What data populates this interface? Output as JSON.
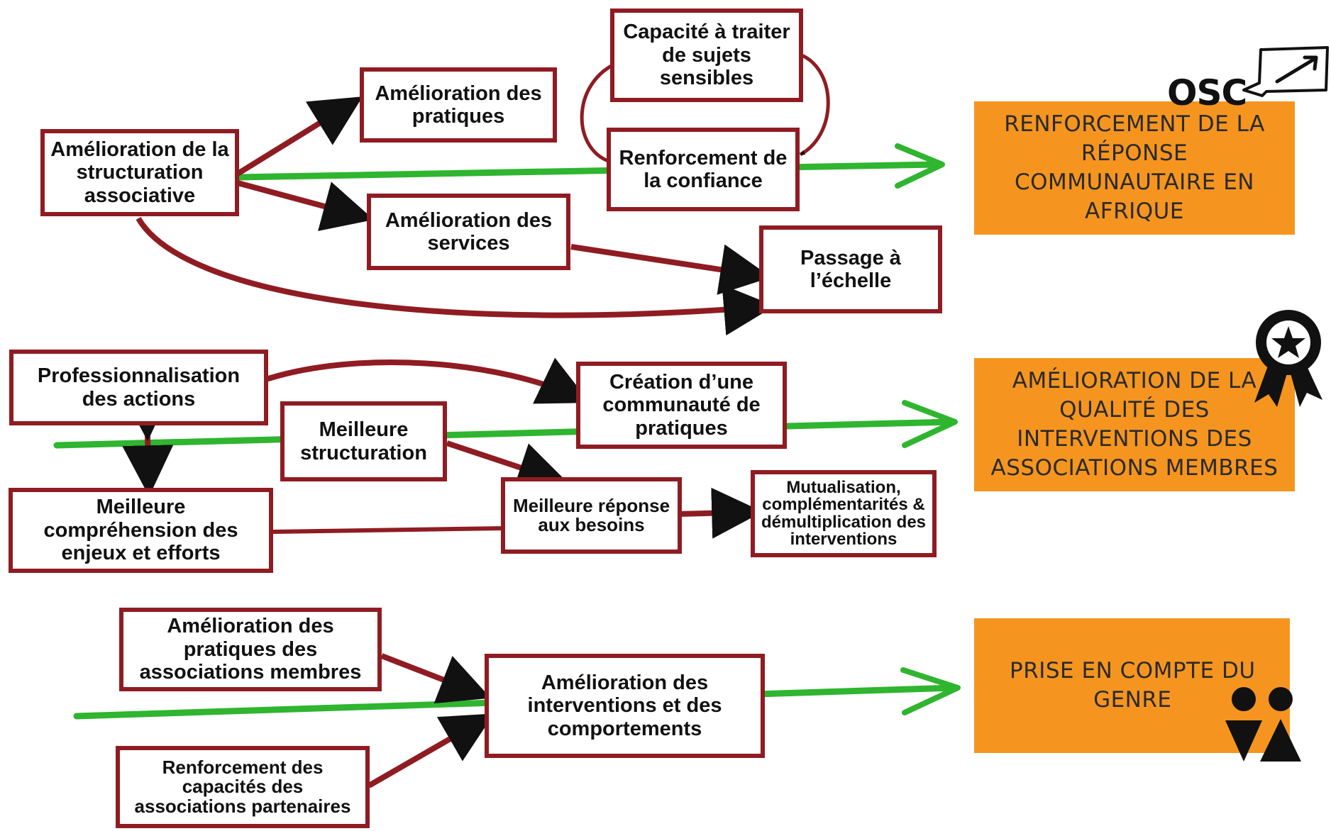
{
  "nodes": {
    "structuration": "Amélioration de la structuration associative",
    "pratiques": "Amélioration des pratiques",
    "capacite": "Capacité à traiter de sujets sensibles",
    "confiance": "Renforcement de la confiance",
    "services": "Amélioration des services",
    "passage": "Passage à l’échelle",
    "professionnalisation": "Professionnalisation des actions",
    "creation": "Création d’une communauté de pratiques",
    "meilleure_structuration": "Meilleure structuration",
    "comprehension": "Meilleure compréhension des enjeux et efforts",
    "reponse": "Meilleure réponse aux besoins",
    "mutualisation": "Mutualisation, complémentarités & démultiplication des interventions",
    "pratiques_membres": "Amélioration des pratiques des associations membres",
    "interventions": "Amélioration des interventions et des comportements",
    "capacites_partenaires": "Renforcement des capacités des associations partenaires"
  },
  "outcomes": {
    "renforcement": "RENFORCEMENT DE LA\nRÉPONSE\nCOMMUNAUTAIRE EN\nAFRIQUE",
    "qualite": "AMÉLIORATION DE LA\nQUALITÉ DES\nINTERVENTIONS DES\nASSOCIATIONS MEMBRES",
    "genre": "PRISE EN COMPTE DU\nGENRE"
  },
  "logo_text": "OSC",
  "colors": {
    "box_border": "#8f1c22",
    "connector": "#8f1c22",
    "main_arrow": "#2fb52f",
    "outcome_fill": "#f5951f",
    "arrowhead": "#111111"
  },
  "icons": [
    "osc-chat-growth-icon",
    "award-ribbon-icon",
    "gender-people-icon"
  ]
}
